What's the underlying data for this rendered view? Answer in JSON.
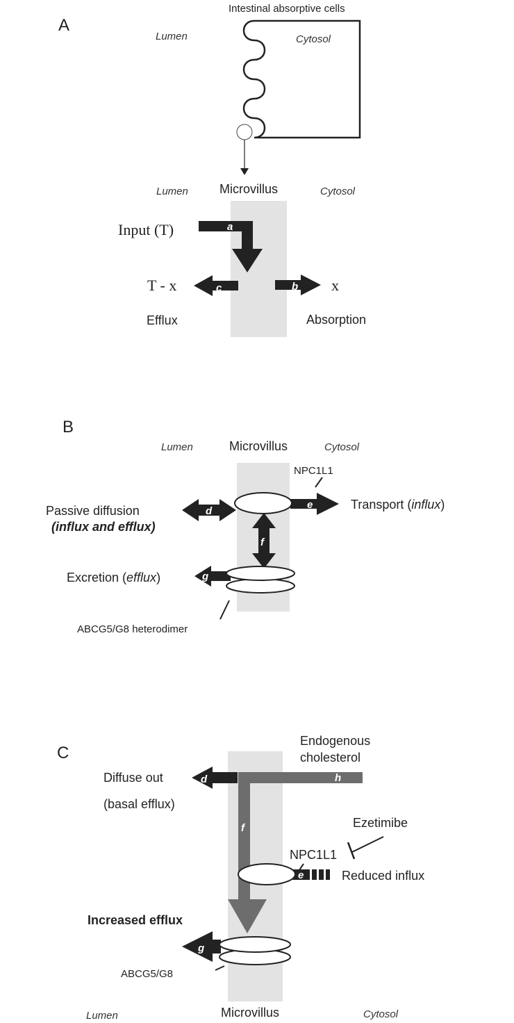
{
  "panelA": {
    "letter": "A",
    "cells_title": "Intestinal absorptive cells",
    "lumen_top": "Lumen",
    "cytosol_top": "Cytosol",
    "lumen": "Lumen",
    "microvillus": "Microvillus",
    "cytosol": "Cytosol",
    "input": "Input (T)",
    "t_minus_x": "T - x",
    "x": "x",
    "efflux": "Efflux",
    "absorption": "Absorption",
    "arrow_a": "a",
    "arrow_b": "b",
    "arrow_c": "c"
  },
  "panelB": {
    "letter": "B",
    "lumen": "Lumen",
    "microvillus": "Microvillus",
    "cytosol": "Cytosol",
    "npc1l1": "NPC1L1",
    "passive": "Passive diffusion",
    "passive_sub": "(influx and efflux)",
    "transport_prefix": "Transport (",
    "transport_italic": "influx",
    "transport_suffix": ")",
    "excretion_prefix": "Excretion (",
    "excretion_italic": "efflux",
    "excretion_suffix": ")",
    "abcg": "ABCG5/G8 heterodimer",
    "arrow_d": "d",
    "arrow_e": "e",
    "arrow_f": "f",
    "arrow_g": "g"
  },
  "panelC": {
    "letter": "C",
    "endogenous_1": "Endogenous",
    "endogenous_2": "cholesterol",
    "diffuse_out": "Diffuse out",
    "basal_efflux": "(basal efflux)",
    "ezetimibe": "Ezetimibe",
    "npc1l1": "NPC1L1",
    "reduced_influx": "Reduced influx",
    "increased_efflux": "Increased efflux",
    "abcg": "ABCG5/G8",
    "lumen": "Lumen",
    "microvillus": "Microvillus",
    "cytosol": "Cytosol",
    "arrow_d": "d",
    "arrow_e": "e",
    "arrow_f": "f",
    "arrow_g": "g",
    "arrow_h": "h"
  },
  "colors": {
    "membrane_band": "#e3e3e3",
    "dark_arrow": "#222222",
    "grey_arrow": "#6d6d6d"
  }
}
